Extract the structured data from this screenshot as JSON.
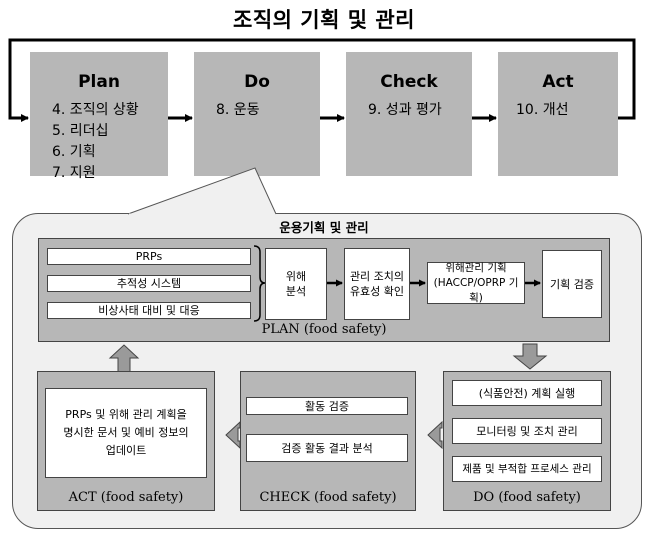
{
  "title": "조직의 기획 및 관리",
  "pdca": [
    {
      "heading": "Plan",
      "items": [
        "4. 조직의 상황",
        "5. 리더십",
        "6. 기획",
        "7. 지원"
      ]
    },
    {
      "heading": "Do",
      "items": [
        "8. 운동"
      ]
    },
    {
      "heading": "Check",
      "items": [
        "9. 성과 평가"
      ]
    },
    {
      "heading": "Act",
      "items": [
        "10. 개선"
      ]
    }
  ],
  "operation": {
    "title": "운용기획 및 관리",
    "plan": {
      "label": "PLAN (food safety)",
      "inputs": [
        "PRPs",
        "추적성 시스템",
        "비상사태 대비 및 대응"
      ],
      "steps": [
        {
          "line1": "위해",
          "line2": "분석"
        },
        {
          "line1": "관리 조치의",
          "line2": "유효성 확인"
        },
        {
          "line1": "위해관리 기획",
          "line2": "(HACCP/OPRP 기획)"
        },
        {
          "line1": "기획 검증",
          "line2": ""
        }
      ]
    },
    "do": {
      "label": "DO (food safety)",
      "items": [
        "(식품안전) 계획 실행",
        "모니터링 및 조치 관리",
        "제품 및 부적합 프로세스 관리"
      ]
    },
    "check": {
      "label": "CHECK (food safety)",
      "items": [
        "활동 검증",
        "검증 활동 결과 분석"
      ]
    },
    "act": {
      "label": "ACT (food safety)",
      "line1": "PRPs 및 위해 관리 계획을",
      "line2": "명시한 문서 및 예비 정보의",
      "line3": "업데이트"
    }
  }
}
